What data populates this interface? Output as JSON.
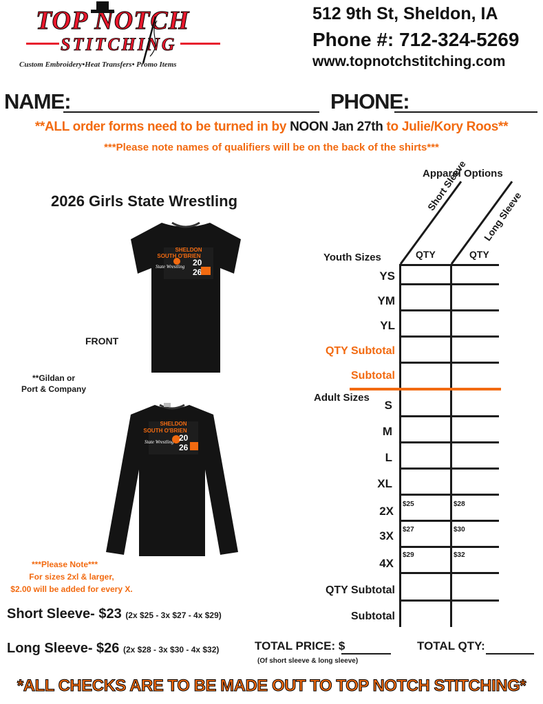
{
  "logo": {
    "line1": "TOP NOTCH",
    "line2": "STITCHING",
    "tagline": "Custom Embroidery•Heat Transfers• Promo Items"
  },
  "contact": {
    "address": "512 9th St, Sheldon, IA",
    "phone": "Phone #: 712-324-5269",
    "website": "www.topnotchstitching.com"
  },
  "form": {
    "name_label": "NAME:",
    "phone_label": "PHONE:",
    "notice_a": "**ALL order forms need to be turned in by ",
    "notice_b": "NOON Jan 27th",
    "notice_c": " to Julie/Kory Roos**",
    "notice2": "***Please note names of qualifiers will be on the back of the shirts***"
  },
  "product": {
    "title": "2026 Girls State Wrestling",
    "front_label": "FRONT",
    "brand_note": "**Gildan or\nPort & Company",
    "size_note_title": "***Please Note***",
    "size_note_body": "For sizes 2xl & larger,\n$2.00 will be added for every X.",
    "short_sleeve_price": "Short Sleeve- $23",
    "short_sleeve_extra": "(2x $25 - 3x $27 - 4x $29)",
    "long_sleeve_price": "Long Sleeve- $26",
    "long_sleeve_extra": "(2x $28 - 3x $30 - 4x $32)",
    "shirt_text_top": "SHELDON",
    "shirt_text_mid": "SOUTH O'BRIEN",
    "shirt_text_script": "State Wrestling",
    "shirt_year_a": "20",
    "shirt_year_b": "26"
  },
  "table": {
    "header": "Apparel Options",
    "col1": "Short Sleeve",
    "col2": "Long Sleeve",
    "qty1": "QTY",
    "qty2": "QTY",
    "youth_label": "Youth Sizes",
    "adult_label": "Adult Sizes",
    "youth_rows": [
      "YS",
      "YM",
      "YL"
    ],
    "qty_subtotal": "QTY Subtotal",
    "subtotal": "Subtotal",
    "adult_rows": [
      "S",
      "M",
      "L",
      "XL",
      "2X",
      "3X",
      "4X"
    ],
    "prices": {
      "2x_short": "$25",
      "2x_long": "$28",
      "3x_short": "$27",
      "3x_long": "$30",
      "4x_short": "$29",
      "4x_long": "$32"
    },
    "adult_qty_subtotal": "QTY Subtotal",
    "adult_subtotal": "Subtotal"
  },
  "totals": {
    "total_price": "TOTAL PRICE: $",
    "total_price_note": "(Of short sleeve & long sleeve)",
    "total_qty": "TOTAL QTY:"
  },
  "footer": "*ALL CHECKS ARE TO BE MADE OUT TO TOP NOTCH STITCHING*",
  "colors": {
    "accent": "#f26a10",
    "logo_red": "#e8182c",
    "ink": "#1a1a1a"
  }
}
